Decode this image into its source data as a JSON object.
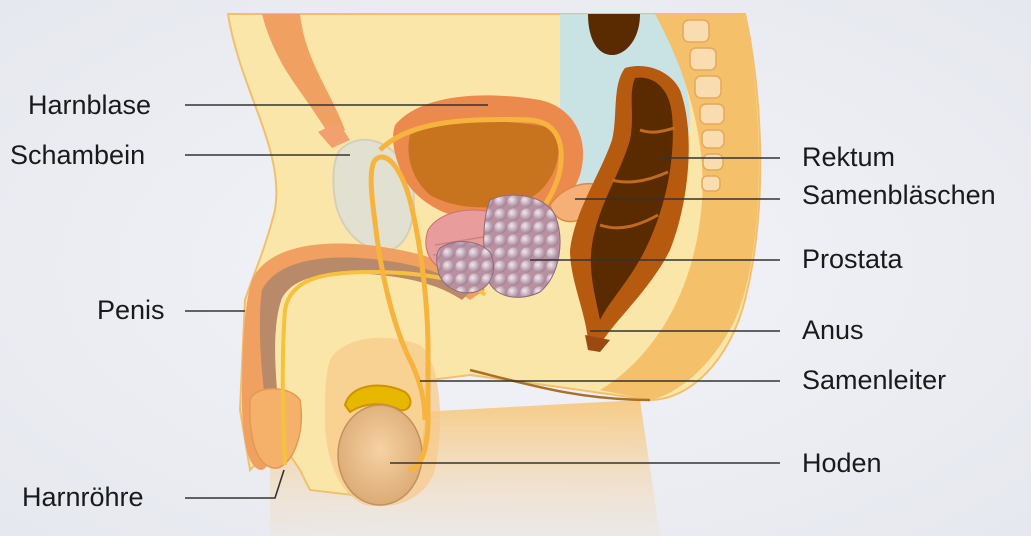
{
  "labels": {
    "harnblase": "Harnblase",
    "schambein": "Schambein",
    "penis": "Penis",
    "harnroehre": "Harnröhre",
    "rektum": "Rektum",
    "samenblaeschen": "Samenbläschen",
    "prostata": "Prostata",
    "anus": "Anus",
    "samenleiter": "Samenleiter",
    "hoden": "Hoden"
  },
  "colors": {
    "body_light": "#fbe6a9",
    "body_mid": "#f5c06a",
    "body_orange": "#ee9f47",
    "bladder": "#ec8a4e",
    "bladder_inner": "#c8741e",
    "rectum_dark": "#5a2a00",
    "rectum_mid": "#b65a10",
    "bone": "#e2e0d0",
    "peritoneum_blue": "#bfe0ee",
    "prostata": "#c9a8b8",
    "muscle": "#e2a0a0",
    "leader_line": "#333333"
  }
}
